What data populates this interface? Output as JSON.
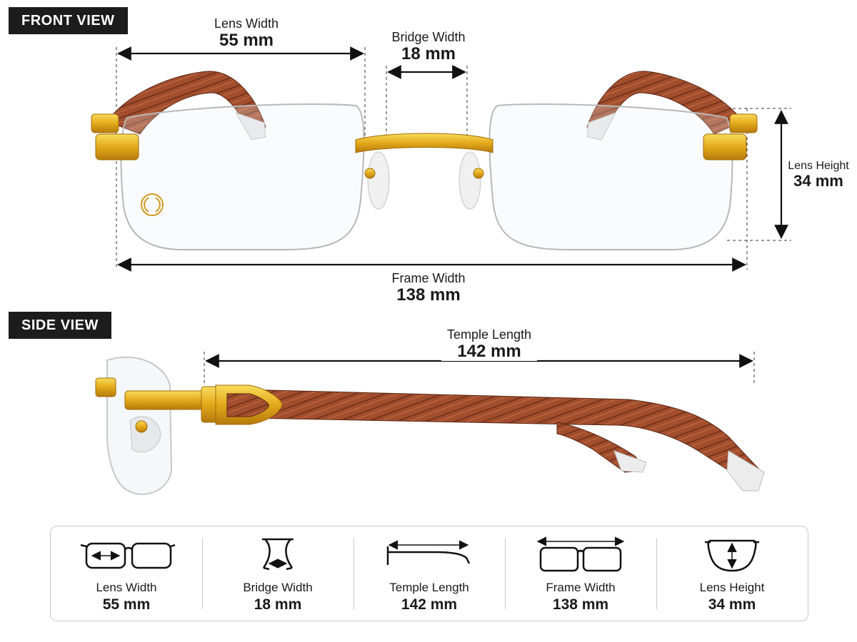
{
  "front_view": {
    "badge": "FRONT VIEW",
    "lens_width": {
      "label": "Lens Width",
      "value": "55 mm"
    },
    "bridge_width": {
      "label": "Bridge Width",
      "value": "18 mm"
    },
    "lens_height": {
      "label": "Lens Height",
      "value": "34 mm"
    },
    "frame_width": {
      "label": "Frame Width",
      "value": "138 mm"
    }
  },
  "side_view": {
    "badge": "SIDE VIEW",
    "temple_length": {
      "label": "Temple Length",
      "value": "142 mm"
    }
  },
  "summary": [
    {
      "icon": "lens-width-icon",
      "label": "Lens Width",
      "value": "55 mm"
    },
    {
      "icon": "bridge-width-icon",
      "label": "Bridge Width",
      "value": "18 mm"
    },
    {
      "icon": "temple-length-icon",
      "label": "Temple Length",
      "value": "142 mm"
    },
    {
      "icon": "frame-width-icon",
      "label": "Frame Width",
      "value": "138 mm"
    },
    {
      "icon": "lens-height-icon",
      "label": "Lens Height",
      "value": "34 mm"
    }
  ],
  "colors": {
    "wood": "#9a4a2c",
    "wood_dark": "#6e2f1a",
    "gold": "#e0a81a",
    "gold_light": "#f7d24a",
    "badge_bg": "#1c1c1c"
  }
}
